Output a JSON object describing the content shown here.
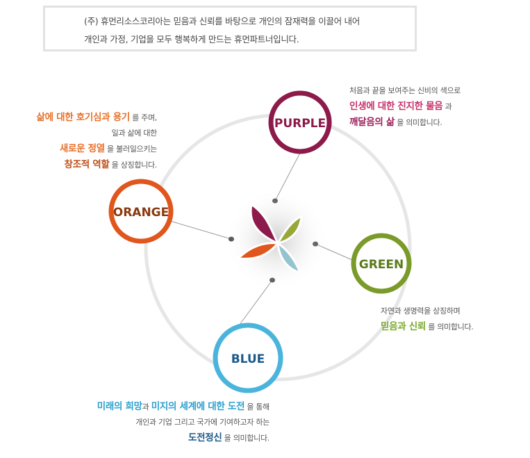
{
  "intro": {
    "line1": "(주) 휴먼리소스코리아는 믿음과 신뢰를 바탕으로 개인의 잠재력을 이끌어 내어",
    "line2": "개인과 가정, 기업을 모두 행복하게 만드는 휴먼파트너입니다."
  },
  "colors": {
    "purple": "#8c1a4a",
    "orange": "#e0561c",
    "green": "#7a9a2a",
    "blue": "#4ab4dc",
    "ring": "#e6e6e6"
  },
  "circles": {
    "purple": "PURPLE",
    "orange": "ORANGE",
    "green": "GREEN",
    "blue": "BLUE"
  },
  "purple_desc": {
    "l1": "처음과 끝을 보여주는 신비의 색으로",
    "l2_b": "인생에 대한 진지한 물음",
    "l2": " 과",
    "l3_b": "깨달음의 삶",
    "l3": " 을 의미합니다."
  },
  "orange_desc": {
    "l1_b": "삶에 대한 호기심과 용기",
    "l1": " 를 주며,",
    "l2": "일과 삶에 대한",
    "l3_b": "새로운 정열",
    "l3": " 을 불러일으키는",
    "l4_b": "창조적 역할",
    "l4": " 을 상징합니다."
  },
  "green_desc": {
    "l1": "자연과 생명력을 상징하며",
    "l2_b": "믿음과 신뢰",
    "l2": " 를 의미합니다."
  },
  "blue_desc": {
    "l1_b1": "미래의 희망",
    "l1_m": "과 ",
    "l1_b2": "미지의 세계에 대한 도전",
    "l1": " 을 통해",
    "l2": "개인과 기업 그리고 국가에 기여하고자 하는",
    "l3_b": "도전정신",
    "l3": " 을 의미합니다."
  }
}
